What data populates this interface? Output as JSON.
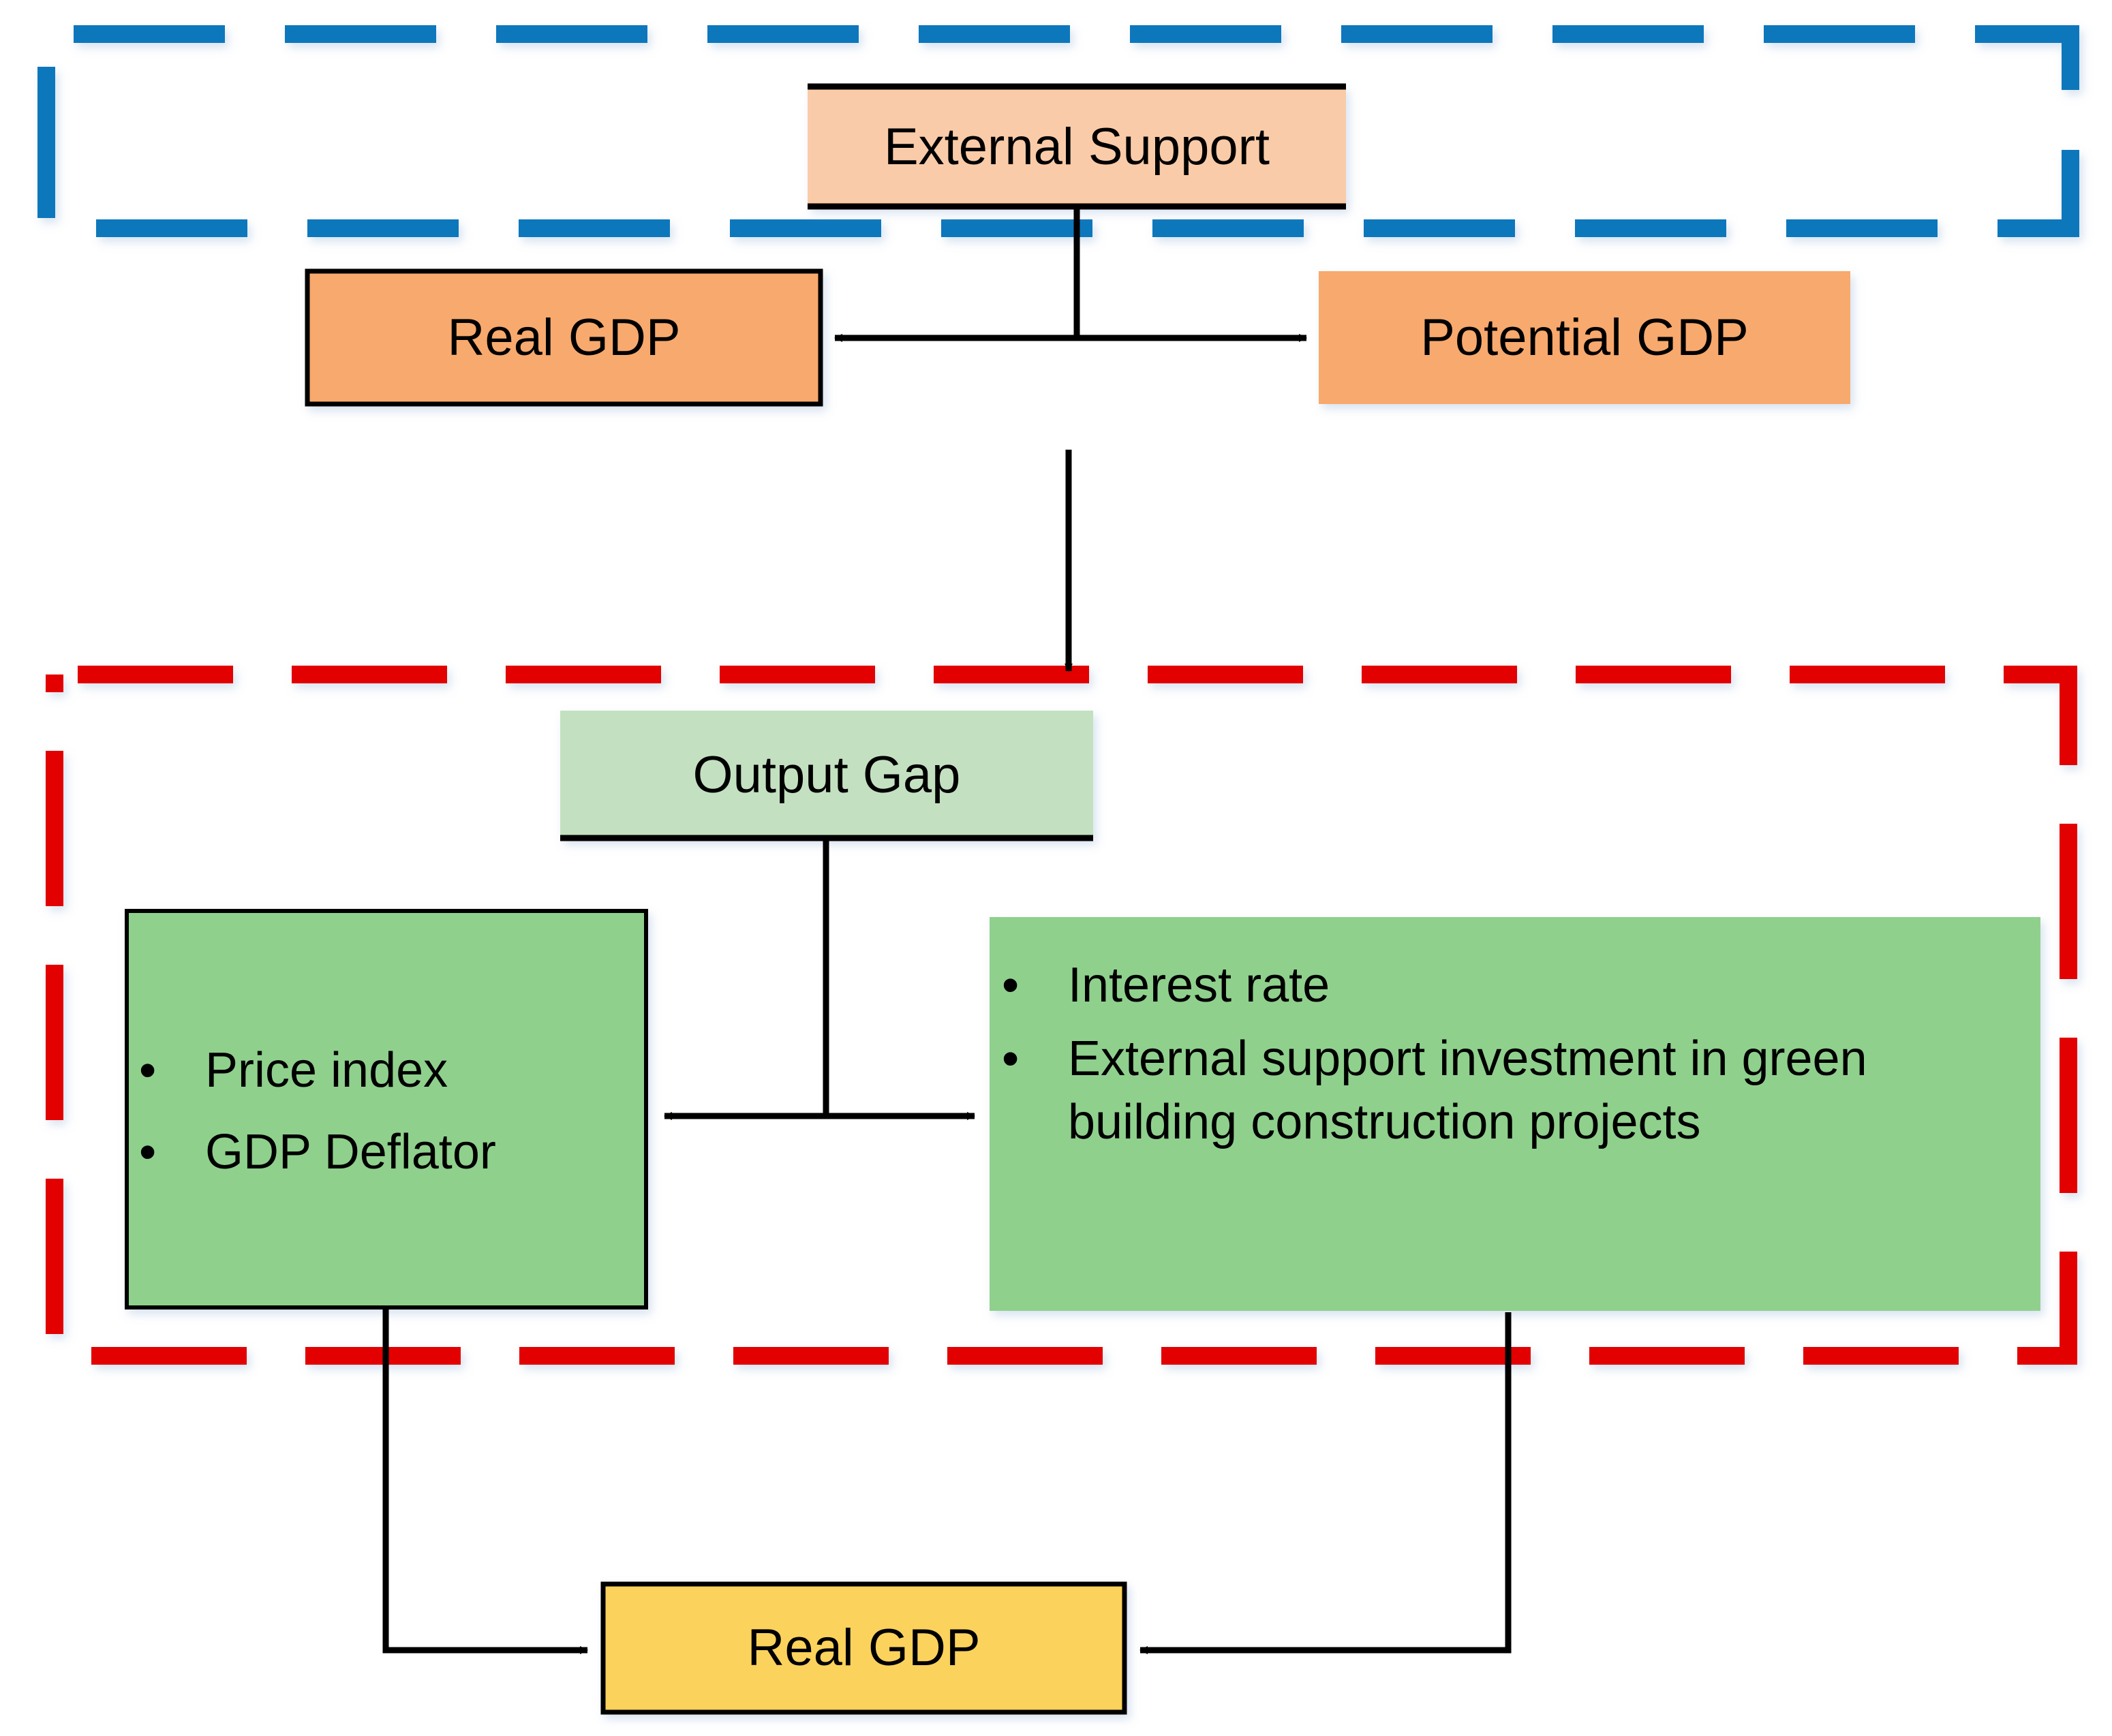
{
  "diagram": {
    "title": "Macroeconomic linkage diagram: External Support, Output Gap and Real GDP",
    "colors": {
      "blue_group_border": "#0E77BC",
      "red_group_border": "#E20000",
      "external_support_fill": "#FACBA8",
      "gdp_fill": "#F8A96D",
      "output_gap_fill": "#C3E1C0",
      "indicator_fill": "#8FD08D",
      "real_gdp_fill": "#FBD25B",
      "connector_stroke": "#000000",
      "box_outline": "#000000",
      "canvas": "#FFFFFF"
    },
    "groups": [
      {
        "id": "supply-demand-group",
        "style": "dashed",
        "color": "#0E77BC"
      },
      {
        "id": "output-gap-group",
        "style": "dashed",
        "color": "#E20000"
      }
    ],
    "nodes": {
      "external_support": {
        "label": "External Support"
      },
      "real_gdp_top": {
        "label": "Real GDP"
      },
      "potential_gdp": {
        "label": "Potential GDP"
      },
      "output_gap": {
        "label": "Output Gap"
      },
      "price_indicators": {
        "items": [
          "Price index",
          "GDP Deflator"
        ]
      },
      "policy_indicators": {
        "items": [
          "Interest rate",
          "External support investment in green building construction projects"
        ]
      },
      "real_gdp_bottom": {
        "label": "Real GDP"
      }
    },
    "bullet_glyph": "•"
  },
  "chart_data": {
    "type": "diagram",
    "title": "Macroeconomic linkage diagram",
    "nodes": [
      {
        "id": "external-support",
        "label": "External Support",
        "group": "supply-demand-group",
        "fill": "#FACBA8"
      },
      {
        "id": "real-gdp-top",
        "label": "Real GDP",
        "group": "supply-demand-group",
        "fill": "#F8A96D"
      },
      {
        "id": "potential-gdp",
        "label": "Potential GDP",
        "group": "supply-demand-group",
        "fill": "#F8A96D"
      },
      {
        "id": "output-gap",
        "label": "Output Gap",
        "group": "output-gap-group",
        "fill": "#C3E1C0"
      },
      {
        "id": "price-indicators",
        "label": "Price index; GDP Deflator",
        "group": "output-gap-group",
        "fill": "#8FD08D"
      },
      {
        "id": "policy-indicators",
        "label": "Interest rate; External support investment in green building construction projects",
        "group": "output-gap-group",
        "fill": "#8FD08D"
      },
      {
        "id": "real-gdp-bottom",
        "label": "Real GDP",
        "group": "none",
        "fill": "#FBD25B"
      }
    ],
    "edges": [
      {
        "from": "external-support",
        "to": "real-gdp-top",
        "type": "double-arrow"
      },
      {
        "from": "external-support",
        "to": "potential-gdp",
        "type": "double-arrow"
      },
      {
        "from": "supply-demand-group",
        "to": "output-gap-group",
        "type": "arrow"
      },
      {
        "from": "output-gap",
        "to": "price-indicators",
        "type": "double-arrow"
      },
      {
        "from": "output-gap",
        "to": "policy-indicators",
        "type": "double-arrow"
      },
      {
        "from": "price-indicators",
        "to": "real-gdp-bottom",
        "type": "arrow"
      },
      {
        "from": "policy-indicators",
        "to": "real-gdp-bottom",
        "type": "arrow"
      }
    ]
  }
}
